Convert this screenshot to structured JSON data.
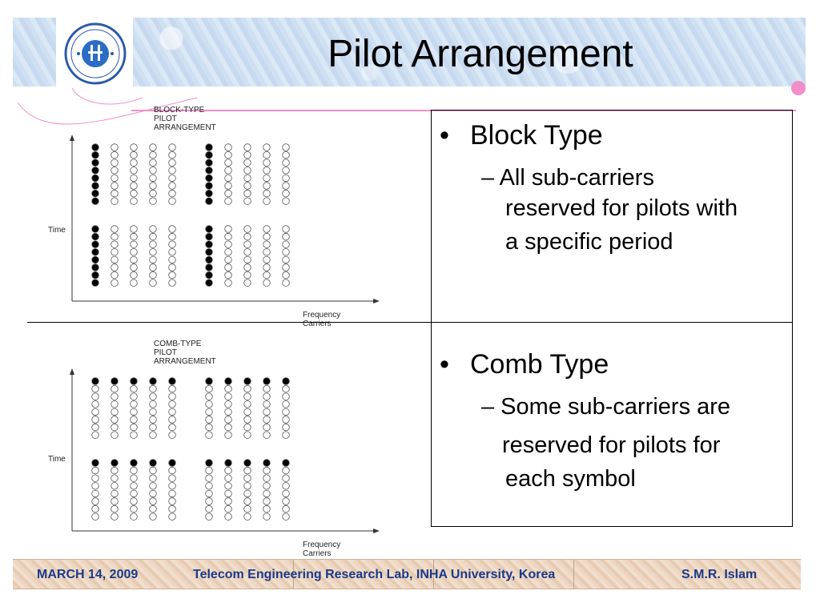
{
  "slide": {
    "title": "Pilot Arrangement",
    "logo": {
      "icon": "inha-university-seal-icon",
      "colors": {
        "ring": "#2b5aa8",
        "center": "#2b6cc4"
      }
    }
  },
  "figures": {
    "block": {
      "title": "BLOCK-TYPE PILOT ARRANGEMENT",
      "y_label": "Time",
      "x_label": "Frequency Carriers",
      "pilot_pattern": "block",
      "groups": 2,
      "columns_per_group": 5,
      "rows_per_block": 8,
      "blocks": 2
    },
    "comb": {
      "title": "COMB-TYPE PILOT ARRANGEMENT",
      "y_label": "Time",
      "x_label": "Frequency Carriers",
      "pilot_pattern": "comb",
      "groups": 2,
      "columns_per_group": 5,
      "rows_per_block": 8,
      "blocks": 2
    }
  },
  "text": {
    "block_heading": "Block Type",
    "block_desc": [
      "–  All sub-carriers",
      "reserved for pilots with",
      "a specific period"
    ],
    "comb_heading": "Comb Type",
    "comb_desc": [
      "– Some sub-carriers are",
      "reserved for pilots for",
      "each symbol"
    ],
    "bullet": "•"
  },
  "footer": {
    "date": "MARCH 14, 2009",
    "lab": "Telecom Engineering Research Lab, INHA University, Korea",
    "author": "S.M.R. Islam"
  },
  "colors": {
    "accent_pink": "#f08fc8",
    "footer_text": "#1a3a8c"
  }
}
